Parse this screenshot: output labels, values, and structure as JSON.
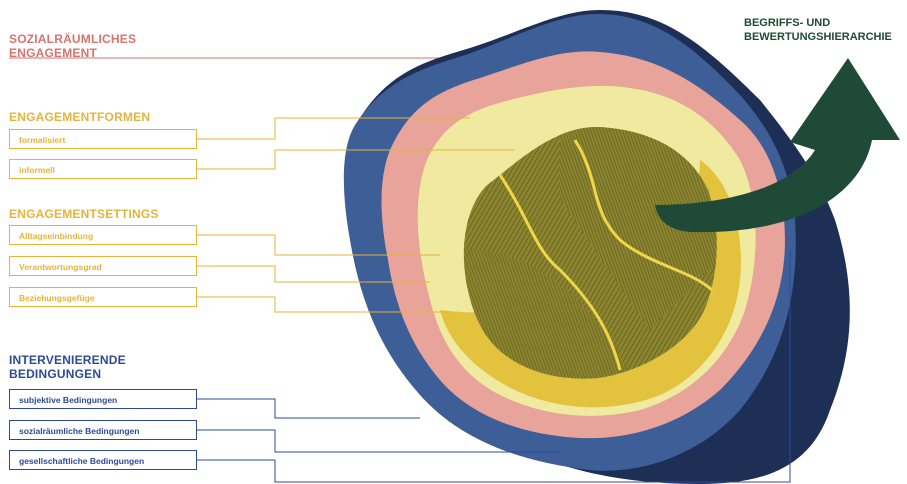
{
  "headings": {
    "sozial": "SOZIALRÄUMLICHES\nENGAGEMENT",
    "formen": "ENGAGEMENTFORMEN",
    "settings": "ENGAGEMENTSETTINGS",
    "bedingungen": "INTERVENIERENDE\nBEDINGUNGEN"
  },
  "formen_items": [
    "formalisiert",
    "informell"
  ],
  "settings_items": [
    "Alltagseinbindung",
    "Verantwortungsgrad",
    "Beziehungsgefüge"
  ],
  "bedingungen_items": [
    "subjektive Bedingungen",
    "sozialräumliche Bedingungen",
    "gesellschaftliche Bedingungen"
  ],
  "arrow_label": "BEGRIFFS- UND\nBEWERTUNGSHIERARCHIE",
  "colors": {
    "red": "#D9736C",
    "gold": "#E7B33A",
    "blue": "#2D4A9A",
    "dark_blue": "#1E2F55",
    "pink": "#E8A39A",
    "pale_yellow": "#F0E9A0",
    "olive": "#7A7426",
    "green": "#1F4A38"
  }
}
